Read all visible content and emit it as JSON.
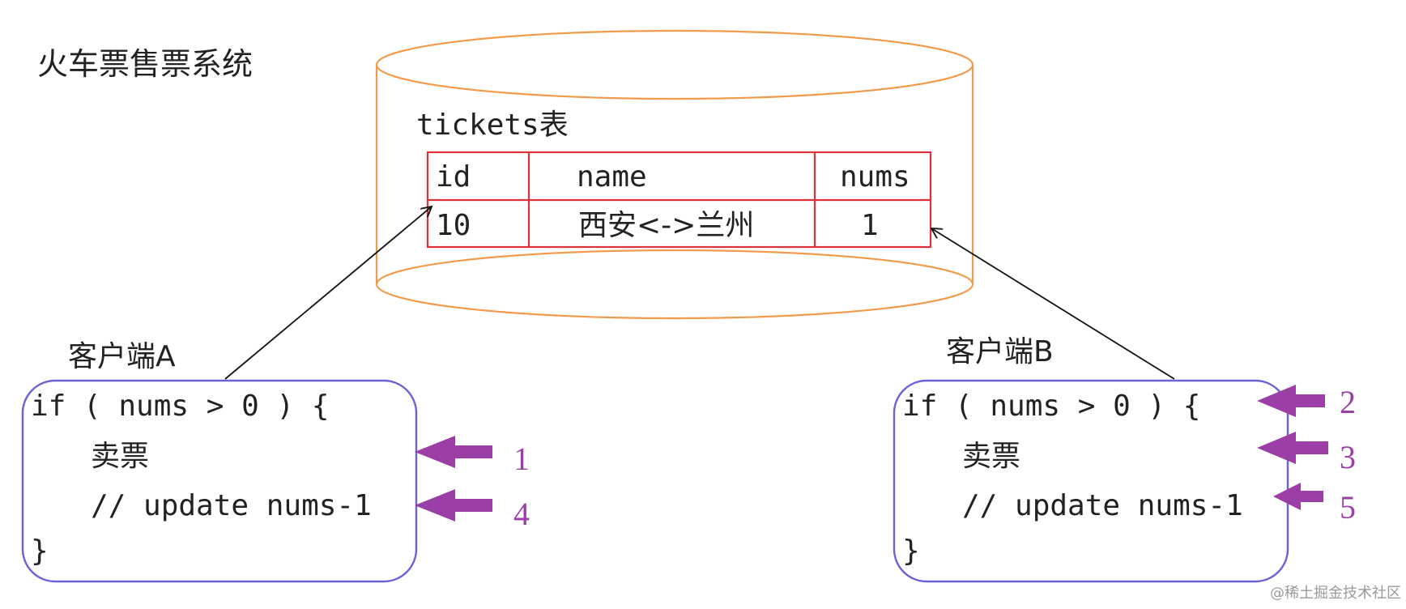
{
  "system_title": "火车票售票系统",
  "database": {
    "table_title": "tickets表",
    "columns": [
      "id",
      "name",
      "nums"
    ],
    "rows": [
      [
        "10",
        "西安<->兰州",
        "1"
      ]
    ],
    "colors": {
      "cylinder": "#f29a4a",
      "table_border": "#e0303a"
    }
  },
  "client_a": {
    "label": "客户端A",
    "code_lines": [
      "if ( nums > 0 ) {",
      "卖票",
      "// update nums-1",
      "}"
    ],
    "steps": [
      "1",
      "4"
    ]
  },
  "client_b": {
    "label": "客户端B",
    "code_lines": [
      "if ( nums > 0 ) {",
      "卖票",
      "// update nums-1",
      "}"
    ],
    "steps": [
      "2",
      "3",
      "5"
    ]
  },
  "watermark": "@稀土掘金技术社区",
  "colors": {
    "client_box": "#6a62d8",
    "step_arrow": "#9b3fa6",
    "connector": "#111111"
  }
}
